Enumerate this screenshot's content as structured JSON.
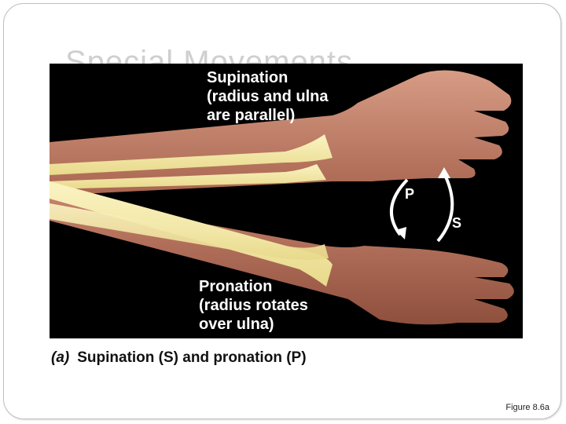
{
  "slide": {
    "title": "Special Movements"
  },
  "photo": {
    "supination_label": {
      "line1": "Supination",
      "line2": "(radius and ulna",
      "line3": "are parallel)"
    },
    "pronation_label": {
      "line1": "Pronation",
      "line2": "(radius rotates",
      "line3": "over ulna)"
    },
    "arrow_p": "P",
    "arrow_s": "S"
  },
  "caption": {
    "label": "(a)",
    "text": "Supination (S) and pronation (P)"
  },
  "figure_ref": "Figure 8.6a",
  "colors": {
    "background": "#000000",
    "bone": "#f5e9a8",
    "skin": "#c98a72",
    "text": "#ffffff"
  }
}
